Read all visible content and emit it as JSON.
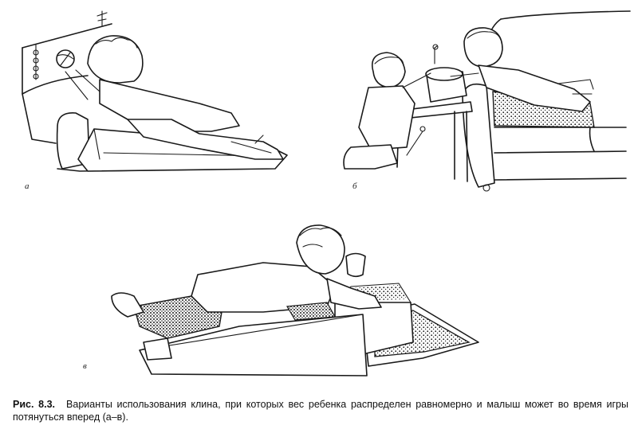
{
  "figure": {
    "panel_labels": {
      "a": "а",
      "b": "б",
      "c": "в"
    }
  },
  "caption": {
    "label": "Рис. 8.3.",
    "text": "Варианты использования клина, при которых вес ребенка распределен равномерно и малыш может во время игры потянуться вперед (а–в)."
  }
}
